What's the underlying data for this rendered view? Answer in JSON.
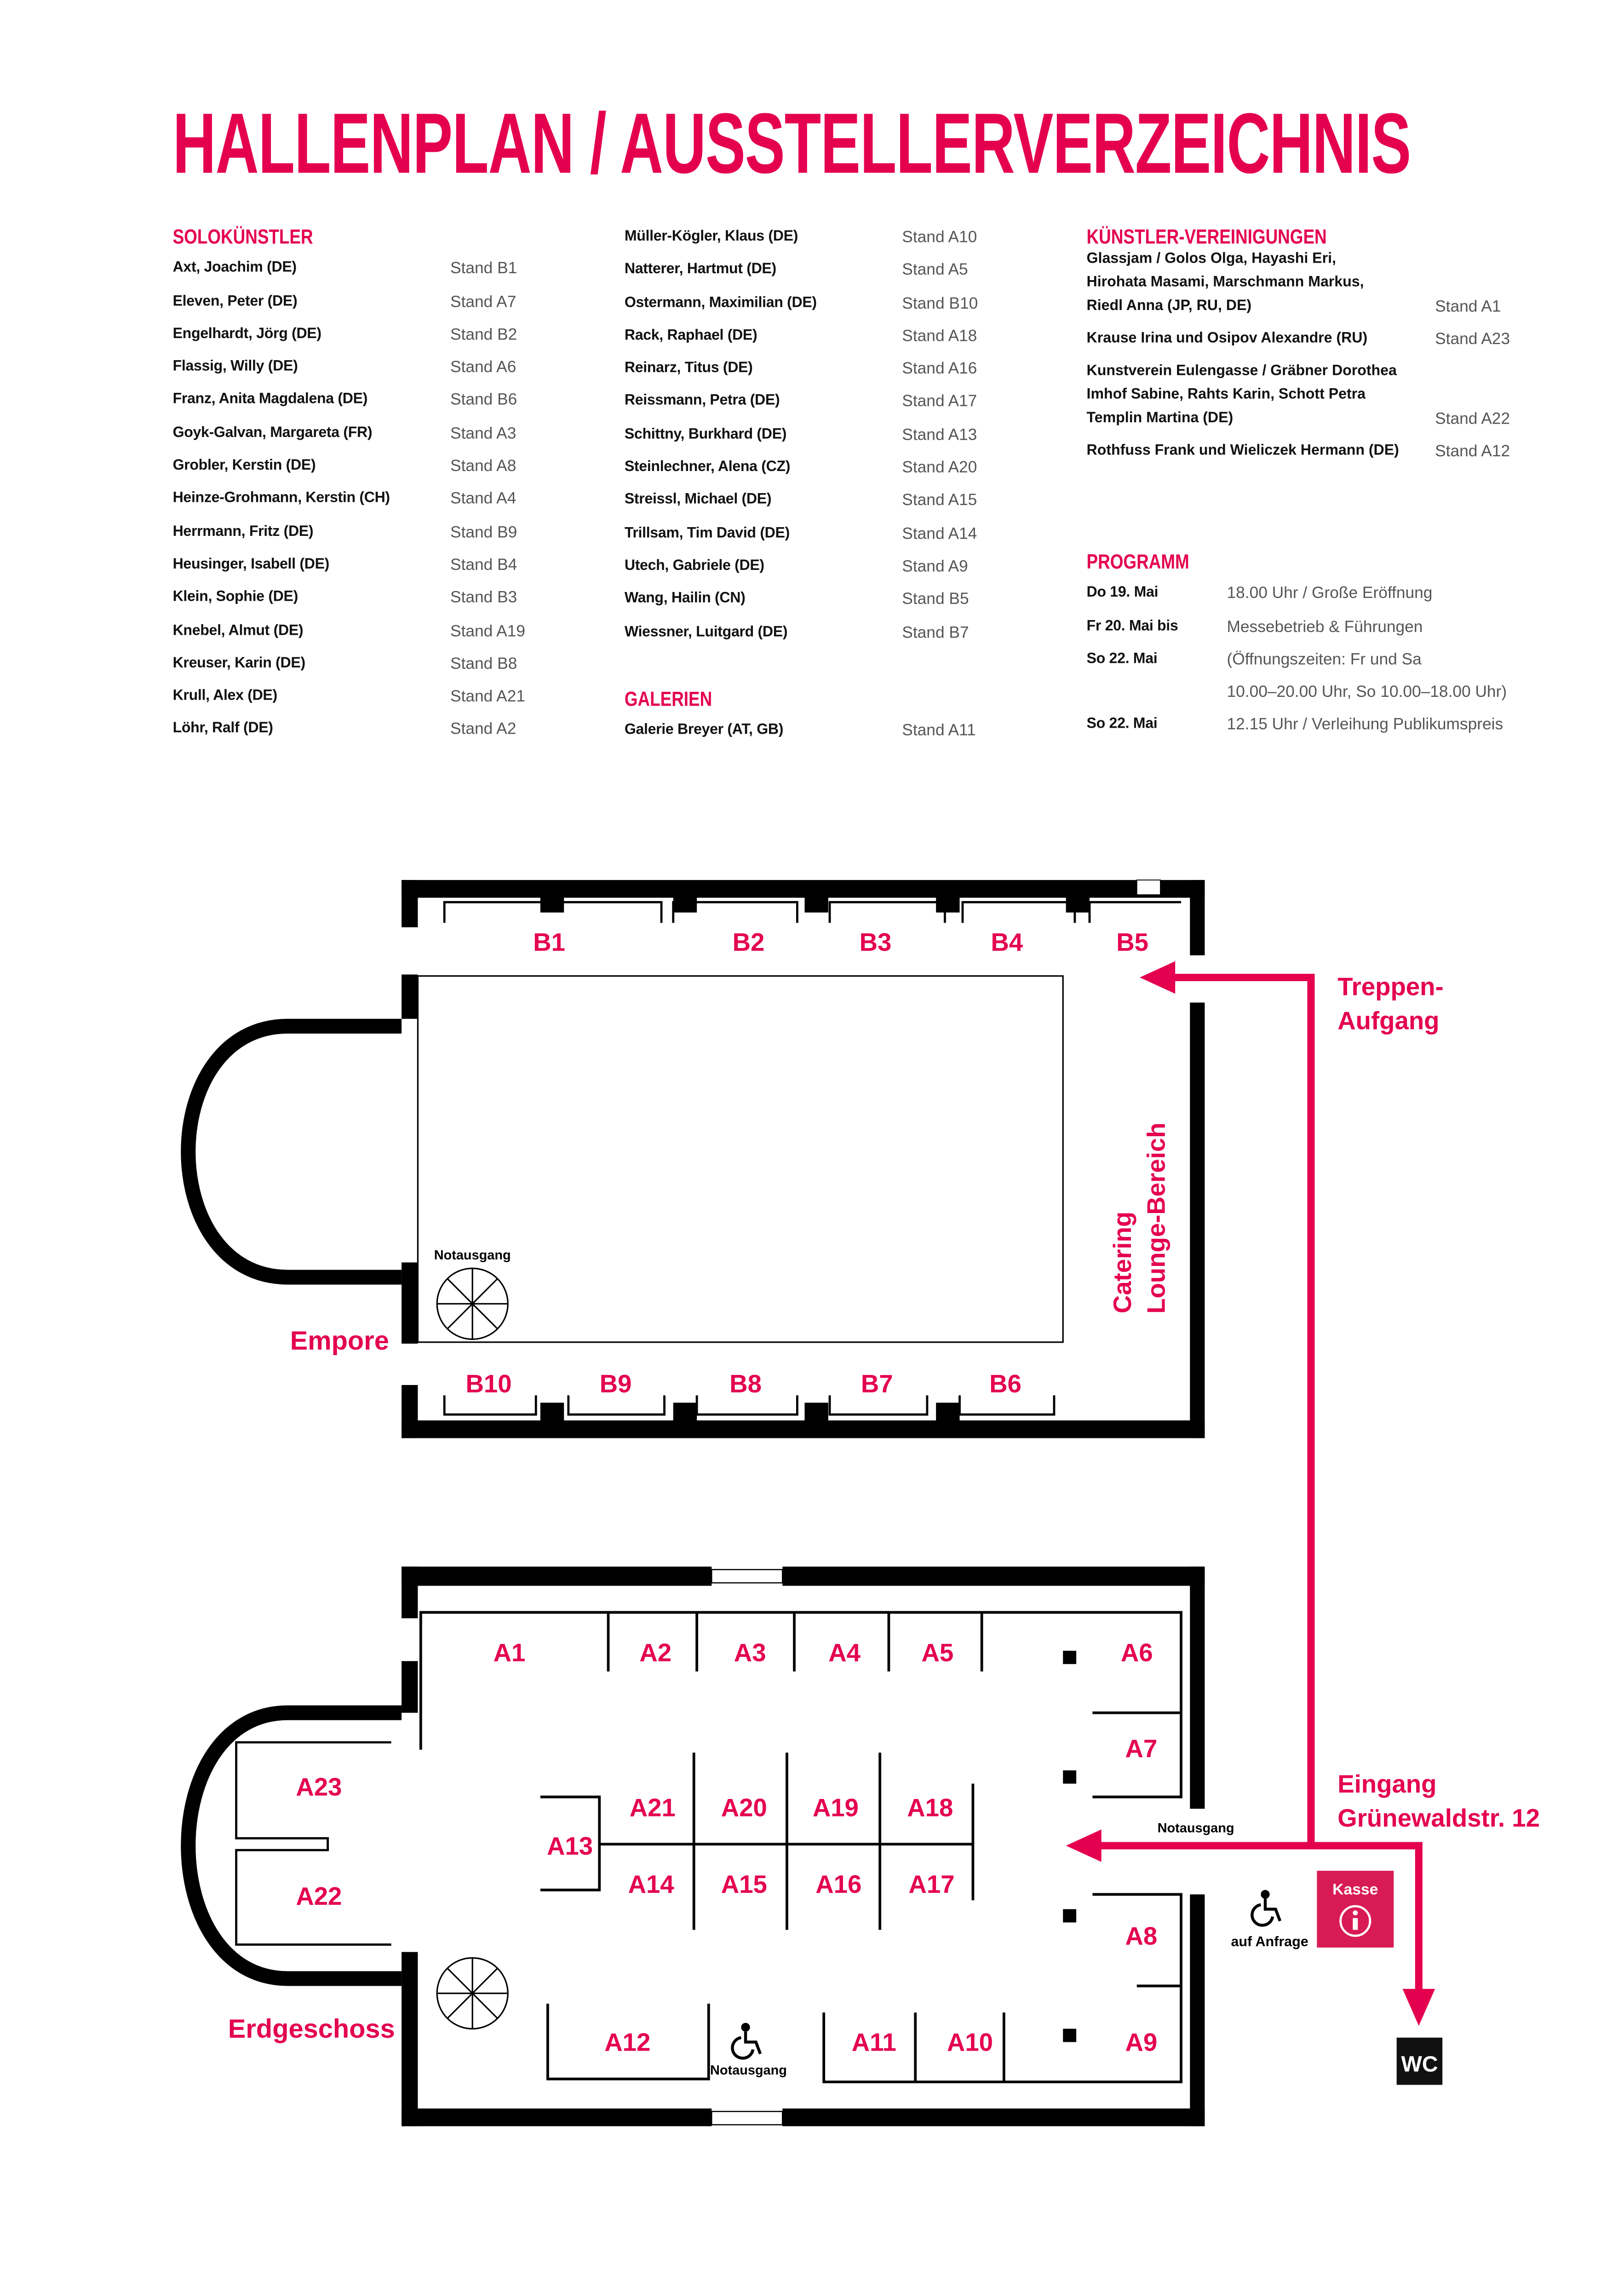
{
  "title": "HALLENPLAN  /  AUSSTELLERVERZEICHNIS",
  "accent_color": "#e4004f",
  "solo": {
    "heading": "SOLOKÜNSTLER",
    "entries": [
      {
        "name": "Axt, Joachim (DE)",
        "stand": "Stand B1"
      },
      {
        "name": "Eleven, Peter (DE)",
        "stand": "Stand A7"
      },
      {
        "name": "Engelhardt, Jörg (DE)",
        "stand": "Stand B2"
      },
      {
        "name": "Flassig, Willy (DE)",
        "stand": "Stand A6"
      },
      {
        "name": "Franz, Anita Magdalena (DE)",
        "stand": "Stand B6"
      },
      {
        "name": "Goyk-Galvan, Margareta (FR)",
        "stand": "Stand A3"
      },
      {
        "name": "Grobler, Kerstin (DE)",
        "stand": "Stand A8"
      },
      {
        "name": "Heinze-Grohmann, Kerstin (CH)",
        "stand": "Stand A4"
      },
      {
        "name": "Herrmann, Fritz (DE)",
        "stand": "Stand B9"
      },
      {
        "name": "Heusinger, Isabell (DE)",
        "stand": "Stand B4"
      },
      {
        "name": "Klein, Sophie (DE)",
        "stand": "Stand B3"
      },
      {
        "name": "Knebel, Almut (DE)",
        "stand": "Stand A19"
      },
      {
        "name": "Kreuser, Karin (DE)",
        "stand": "Stand B8"
      },
      {
        "name": "Krull, Alex (DE)",
        "stand": "Stand A21"
      },
      {
        "name": "Löhr, Ralf (DE)",
        "stand": "Stand A2"
      },
      {
        "name": "Müller-Kögler, Klaus (DE)",
        "stand": "Stand A10"
      },
      {
        "name": "Natterer, Hartmut (DE)",
        "stand": "Stand A5"
      },
      {
        "name": "Ostermann, Maximilian (DE)",
        "stand": "Stand B10"
      },
      {
        "name": "Rack, Raphael (DE)",
        "stand": "Stand A18"
      },
      {
        "name": "Reinarz, Titus (DE)",
        "stand": "Stand A16"
      },
      {
        "name": "Reissmann, Petra (DE)",
        "stand": "Stand A17"
      },
      {
        "name": "Schittny, Burkhard (DE)",
        "stand": "Stand A13"
      },
      {
        "name": "Steinlechner, Alena (CZ)",
        "stand": "Stand A20"
      },
      {
        "name": "Streissl, Michael (DE)",
        "stand": "Stand A15"
      },
      {
        "name": "Trillsam, Tim David (DE)",
        "stand": "Stand A14"
      },
      {
        "name": "Utech, Gabriele (DE)",
        "stand": "Stand A9"
      },
      {
        "name": "Wang, Hailin (CN)",
        "stand": "Stand B5"
      },
      {
        "name": "Wiessner, Luitgard (DE)",
        "stand": "Stand B7"
      }
    ]
  },
  "galerien": {
    "heading": "GALERIEN",
    "entries": [
      {
        "name": "Galerie Breyer (AT, GB)",
        "stand": "Stand A11"
      }
    ]
  },
  "vereinigungen": {
    "heading": "KÜNSTLER-VEREINIGUNGEN",
    "entries": [
      {
        "lines": [
          "Glassjam / Golos Olga, Hayashi Eri,",
          "Hirohata Masami, Marschmann Markus,",
          "Riedl Anna (JP, RU, DE)"
        ],
        "stand": "Stand A1"
      },
      {
        "lines": [
          "Krause Irina und Osipov Alexandre (RU)"
        ],
        "stand": "Stand A23"
      },
      {
        "lines": [
          "Kunstverein Eulengasse / Gräbner Dorothea",
          "Imhof Sabine, Rahts Karin, Schott Petra",
          "Templin Martina (DE)"
        ],
        "stand": "Stand A22"
      },
      {
        "lines": [
          "Rothfuss Frank und Wieliczek Hermann (DE)"
        ],
        "stand": "Stand A12"
      }
    ]
  },
  "programm": {
    "heading": "PROGRAMM",
    "rows": [
      {
        "day": "Do 19. Mai",
        "text": "18.00 Uhr / Große Eröffnung"
      },
      {
        "day": "Fr 20. Mai bis",
        "text": "Messebetrieb & Führungen"
      },
      {
        "day": "So 22. Mai",
        "text": "(Öffnungszeiten: Fr und Sa"
      },
      {
        "day": "",
        "text": "10.00–20.00 Uhr, So 10.00–18.00 Uhr)"
      },
      {
        "day": "So 22. Mai",
        "text": "12.15 Uhr / Verleihung Publikumspreis"
      }
    ]
  },
  "floorplan": {
    "stands": [
      "B1",
      "B2",
      "B3",
      "B4",
      "B5",
      "B6",
      "B7",
      "B8",
      "B9",
      "B10",
      "A1",
      "A2",
      "A3",
      "A4",
      "A5",
      "A6",
      "A7",
      "A8",
      "A9",
      "A10",
      "A11",
      "A12",
      "A13",
      "A14",
      "A15",
      "A16",
      "A17",
      "A18",
      "A19",
      "A20",
      "A21",
      "A22",
      "A23"
    ],
    "empore": "Empore",
    "erdgeschoss": "Erdgeschoss",
    "treppen_1": "Treppen-",
    "treppen_2": "Aufgang",
    "catering_1": "Catering",
    "catering_2": "Lounge-Bereich",
    "eingang_1": "Eingang",
    "eingang_2": "Grünewaldstr. 12",
    "notausgang": "Notausgang",
    "auf_anfrage": "auf Anfrage",
    "kasse": "Kasse",
    "wc": "WC"
  }
}
